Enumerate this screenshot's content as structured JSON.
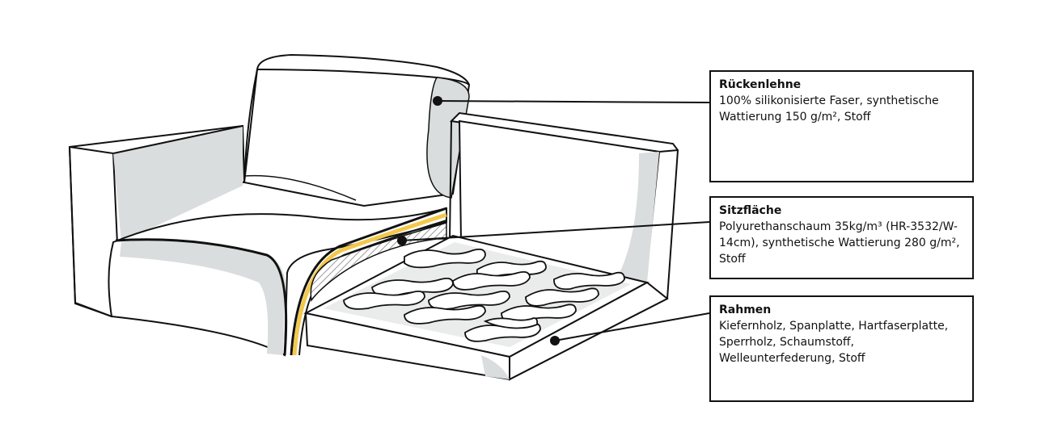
{
  "callouts": {
    "backrest": {
      "title": "Rückenlehne",
      "description": "100% silikonisierte Faser, synthetische Wattierung 150 g/m², Stoff"
    },
    "seat": {
      "title": "Sitzfläche",
      "description": "Polyurethanschaum 35kg/m³ (HR-3532/W-14cm), synthetische Wattierung 280 g/m², Stoff"
    },
    "frame": {
      "title": "Rahmen",
      "description": "Kiefernholz, Spanplatte, Hartfaserplatte, Sperrholz, Schaumstoff, Welleunterfederung, Stoff"
    }
  },
  "colors": {
    "line": "#111111",
    "shade": "#d9dddd",
    "foam": "#f2c94c",
    "hatch": "#9a9a9a"
  }
}
